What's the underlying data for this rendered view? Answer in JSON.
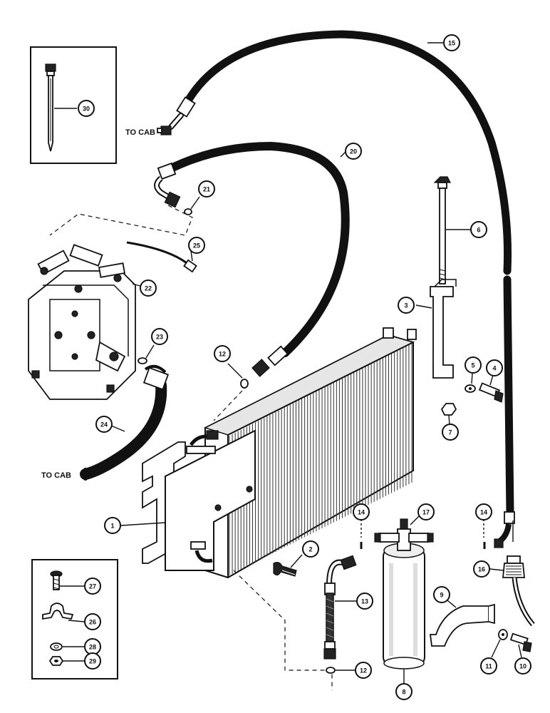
{
  "labels": {
    "to_cab_upper": "TO CAB",
    "to_cab_lower": "TO CAB"
  },
  "callouts": [
    {
      "id": "c30",
      "num": "30"
    },
    {
      "id": "c15",
      "num": "15"
    },
    {
      "id": "c20",
      "num": "20"
    },
    {
      "id": "c21",
      "num": "21"
    },
    {
      "id": "c6",
      "num": "6"
    },
    {
      "id": "c25",
      "num": "25"
    },
    {
      "id": "c22",
      "num": "22"
    },
    {
      "id": "c3",
      "num": "3"
    },
    {
      "id": "c23",
      "num": "23"
    },
    {
      "id": "c12a",
      "num": "12"
    },
    {
      "id": "c5",
      "num": "5"
    },
    {
      "id": "c4",
      "num": "4"
    },
    {
      "id": "c7",
      "num": "7"
    },
    {
      "id": "c24",
      "num": "24"
    },
    {
      "id": "c1",
      "num": "1"
    },
    {
      "id": "c14a",
      "num": "14"
    },
    {
      "id": "c17",
      "num": "17"
    },
    {
      "id": "c14b",
      "num": "14"
    },
    {
      "id": "c2",
      "num": "2"
    },
    {
      "id": "c16",
      "num": "16"
    },
    {
      "id": "c27",
      "num": "27"
    },
    {
      "id": "c13",
      "num": "13"
    },
    {
      "id": "c26",
      "num": "26"
    },
    {
      "id": "c9",
      "num": "9"
    },
    {
      "id": "c28",
      "num": "28"
    },
    {
      "id": "c29",
      "num": "29"
    },
    {
      "id": "c12b",
      "num": "12"
    },
    {
      "id": "c11",
      "num": "11"
    },
    {
      "id": "c10",
      "num": "10"
    },
    {
      "id": "c8",
      "num": "8"
    }
  ]
}
